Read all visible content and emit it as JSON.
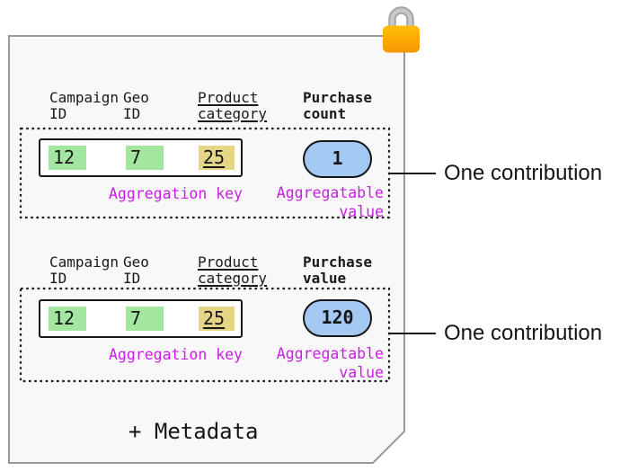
{
  "icons": {
    "lock": "padlock-icon"
  },
  "colors": {
    "key_cell_green": "#a3e6a0",
    "category_cell_khaki": "#e4d686",
    "value_pill_blue": "#a3c9f3",
    "label_magenta": "#c71fe3",
    "lock_body_orange": "#fbaa00",
    "lock_shackle_gray": "#b5b5b5",
    "sheet_fill": "#f8f8f8",
    "sheet_border": "#999999",
    "ink": "#1a1a1a"
  },
  "records": [
    {
      "headers": {
        "campaign": "Campaign\nID",
        "geo": "Geo\nID",
        "product": "Product\ncategory",
        "measure": "Purchase\ncount"
      },
      "key_cells": [
        {
          "column": "campaign_id",
          "value": "12"
        },
        {
          "column": "geo_id",
          "value": "7"
        },
        {
          "column": "product_category",
          "value": "25"
        }
      ],
      "aggregation_key_label": "Aggregation key",
      "aggregatable_value_label": "Aggregatable\nvalue",
      "aggregatable_value": "1",
      "annotation": "One contribution"
    },
    {
      "headers": {
        "campaign": "Campaign\nID",
        "geo": "Geo\nID",
        "product": "Product\ncategory",
        "measure": "Purchase\nvalue"
      },
      "key_cells": [
        {
          "column": "campaign_id",
          "value": "12"
        },
        {
          "column": "geo_id",
          "value": "7"
        },
        {
          "column": "product_category",
          "value": "25"
        }
      ],
      "aggregation_key_label": "Aggregation key",
      "aggregatable_value_label": "Aggregatable\nvalue",
      "aggregatable_value": "120",
      "annotation": "One contribution"
    }
  ],
  "footer": {
    "metadata_label": "+ Metadata"
  }
}
